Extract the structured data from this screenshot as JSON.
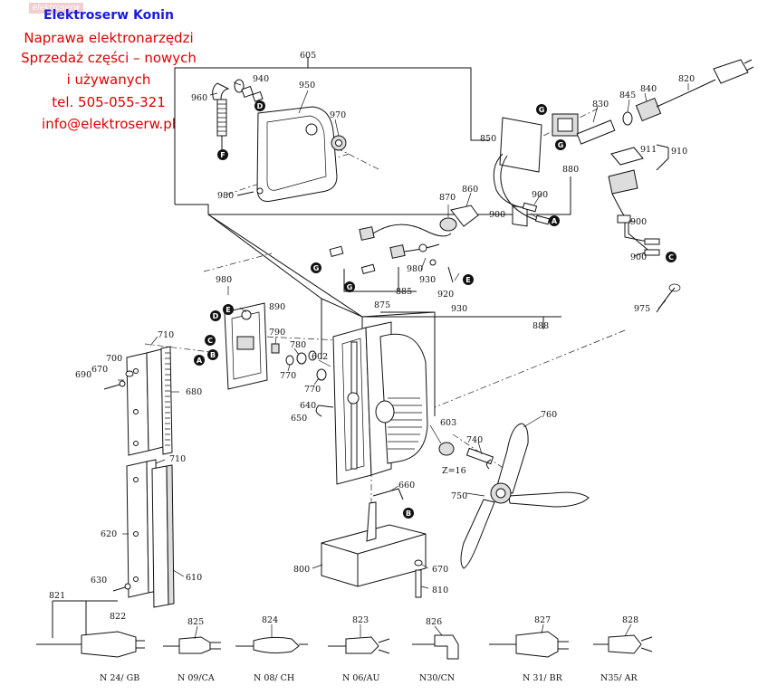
{
  "header": {
    "title": "Elektroserw Konin",
    "line1": "Naprawa elektronarzędzi",
    "line2": "Sprzedaż części – nowych",
    "line3": "i używanych",
    "line4": "tel. 505-055-321",
    "line5": "info@elektroserw.pl",
    "watermark": "elektroserw",
    "title_color": "#1a1adf",
    "text_color": "#e00000"
  },
  "part_numbers": [
    "605",
    "940",
    "950",
    "960",
    "970",
    "980",
    "830",
    "845",
    "840",
    "820",
    "850",
    "880",
    "860",
    "870",
    "900",
    "911",
    "910",
    "875",
    "885",
    "920",
    "930",
    "888",
    "890",
    "790",
    "780",
    "770",
    "710",
    "700",
    "670",
    "690",
    "680",
    "602",
    "640",
    "650",
    "603",
    "760",
    "740",
    "750",
    "660",
    "620",
    "630",
    "610",
    "800",
    "810",
    "821",
    "822",
    "825",
    "824",
    "823",
    "826",
    "827",
    "828",
    "975"
  ],
  "marker_letters": [
    "A",
    "B",
    "C",
    "D",
    "E",
    "F",
    "G"
  ],
  "plug_variants": [
    "N 24/ GB",
    "N 09/CA",
    "N 08/ CH",
    "N 06/AU",
    "N30/CN",
    "N 31/ BR",
    "N35/ AR"
  ],
  "annotations": {
    "gear_teeth": "Z=16"
  }
}
